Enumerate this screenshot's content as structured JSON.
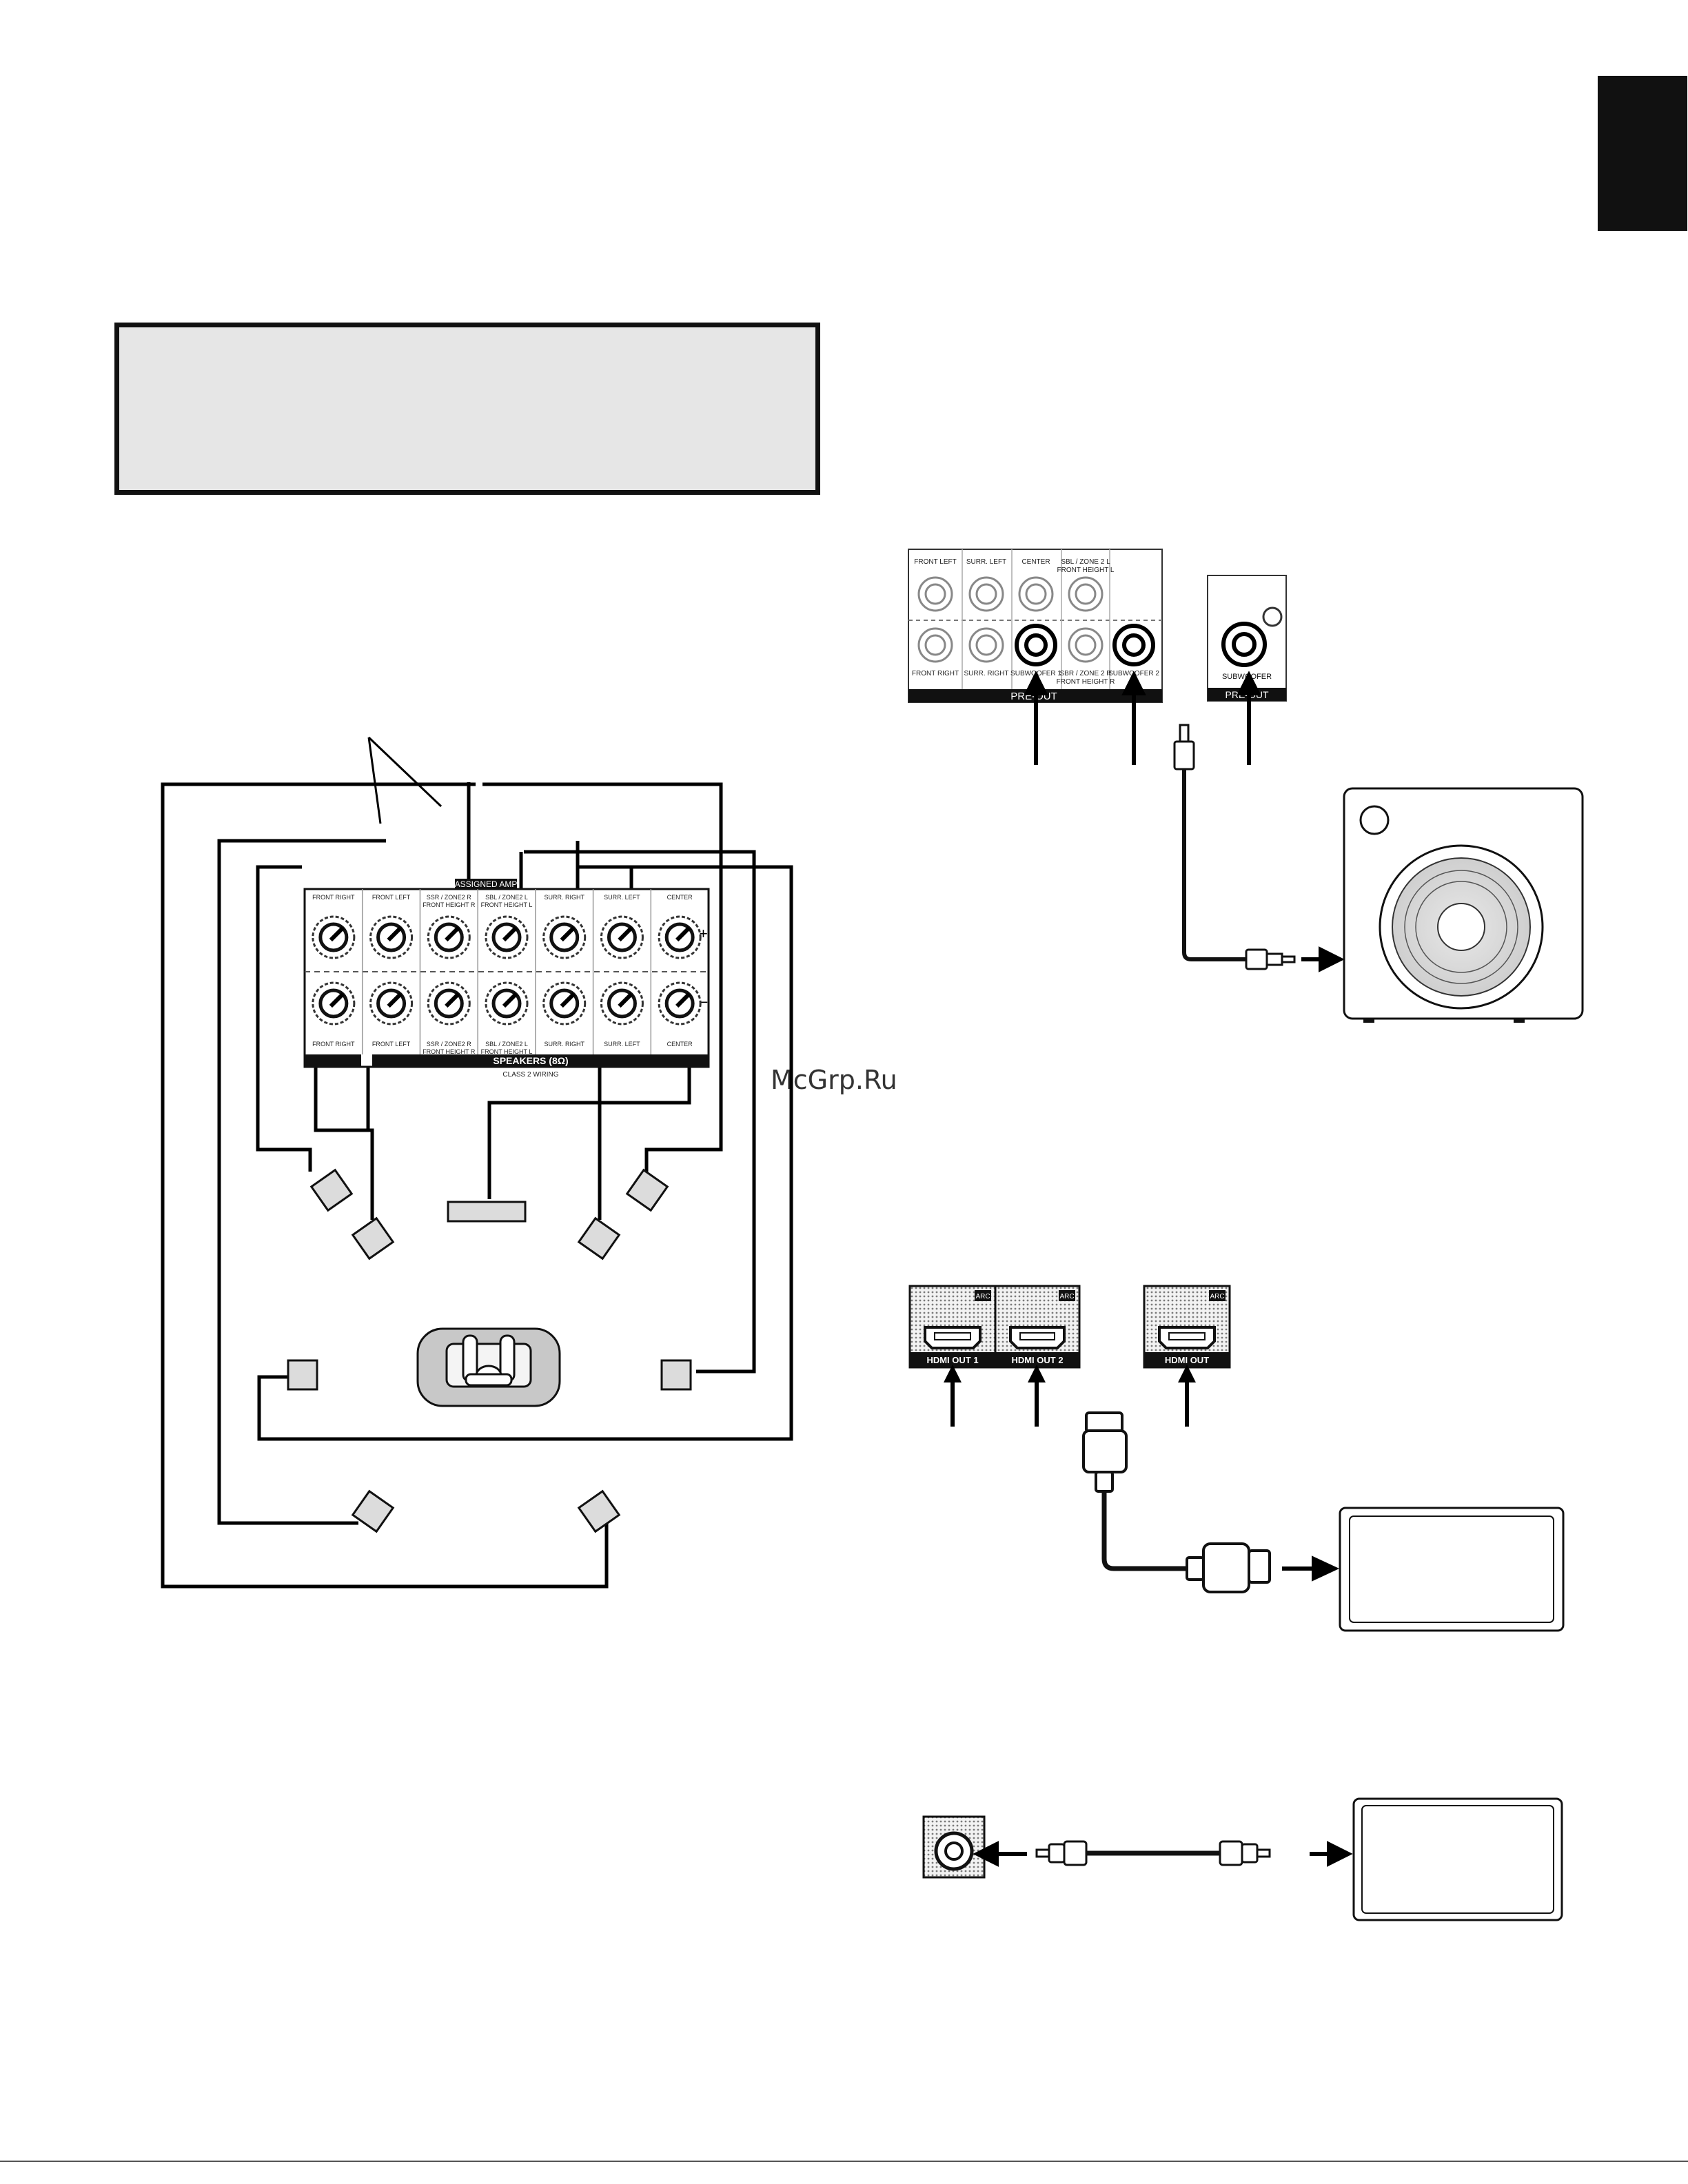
{
  "watermark": "McGrp.Ru",
  "amp": {
    "assisted_amp_label": "ASSIGNED AMP",
    "speakers_label": "SPEAKERS (8Ω)",
    "wiring_label": "CLASS 2 WIRING",
    "plus_sign": "+",
    "minus_sign": "–",
    "channels_top": [
      "FRONT RIGHT",
      "FRONT LEFT",
      "SSR / ZONE2 R FRONT HEIGHT R",
      "SBL / ZONE2 L FRONT HEIGHT L",
      "SURR. RIGHT",
      "SURR. LEFT",
      "CENTER"
    ],
    "channels_bottom": [
      "FRONT RIGHT",
      "FRONT LEFT",
      "SSR / ZONE2 R FRONT HEIGHT R",
      "SBL / ZONE2 L FRONT HEIGHT L",
      "SURR. RIGHT",
      "SURR. LEFT",
      "CENTER"
    ]
  },
  "preout": {
    "top_labels": [
      "FRONT LEFT",
      "SURR. LEFT",
      "CENTER",
      "SBL / ZONE 2 L FRONT HEIGHT L"
    ],
    "bottom_labels": [
      "FRONT RIGHT",
      "SURR. RIGHT",
      "SUBWOOFER 1",
      "SBR / ZONE 2 R FRONT HEIGHT R",
      "SUBWOOFER 2"
    ],
    "band_label": "PRE-OUT",
    "alt_sub_label": "SUBWOOFER",
    "alt_band_label": "PRE-OUT"
  },
  "hdmi": {
    "arc_badge": "ARC",
    "ports": [
      "HDMI OUT 1",
      "HDMI OUT 2",
      "HDMI OUT"
    ]
  }
}
